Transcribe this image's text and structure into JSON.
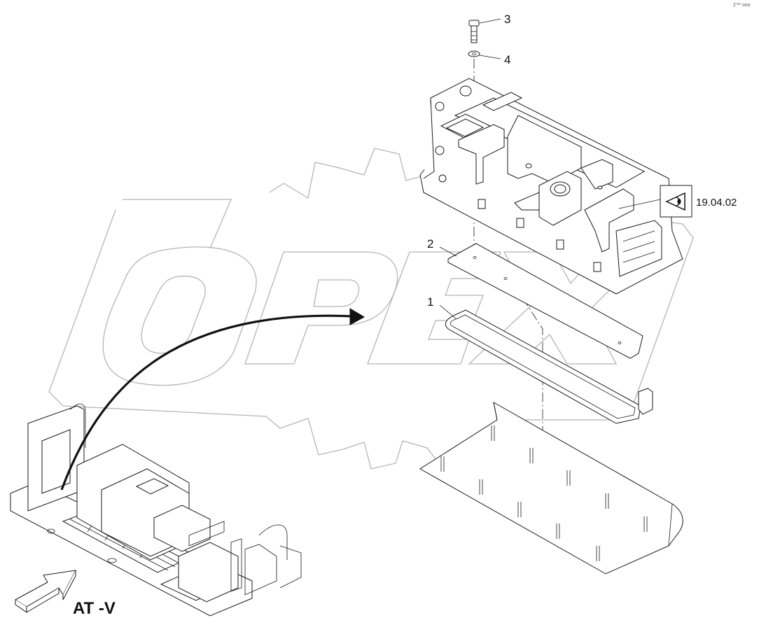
{
  "watermark": {
    "text": "OPEX"
  },
  "corner_code": "2™ ooo",
  "callouts": [
    {
      "number": "1"
    },
    {
      "number": "2"
    },
    {
      "number": "3"
    },
    {
      "number": "4"
    }
  ],
  "reference_box": {
    "icon": "eye-view-icon",
    "label": "19.04.02"
  },
  "view_label": "AT -V",
  "colors": {
    "line": "#1a1a1a",
    "watermark": "#b5b5b5",
    "background": "#ffffff"
  }
}
